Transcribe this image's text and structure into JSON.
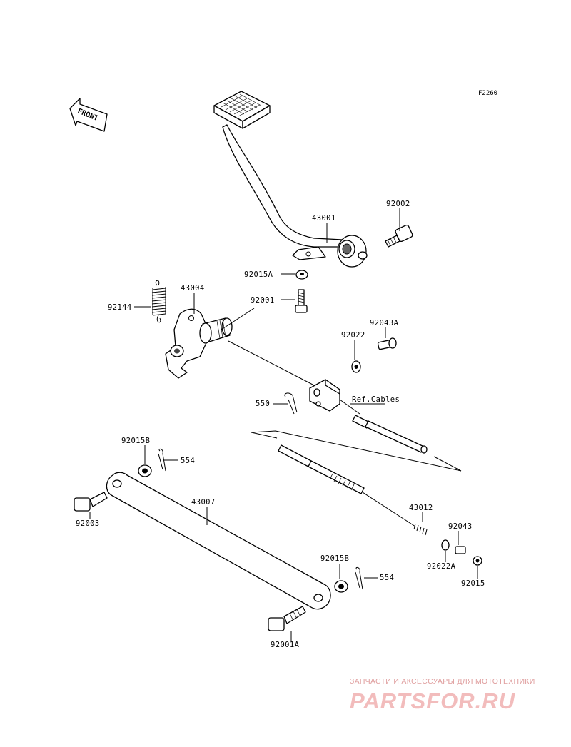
{
  "figure_code": "F2260",
  "front_label": "FRONT",
  "ref_text": "Ref.Cables",
  "parts": [
    {
      "id": "43001"
    },
    {
      "id": "92002"
    },
    {
      "id": "92015A"
    },
    {
      "id": "92001"
    },
    {
      "id": "43004"
    },
    {
      "id": "92144"
    },
    {
      "id": "92043A"
    },
    {
      "id": "92022"
    },
    {
      "id": "550"
    },
    {
      "id": "92015B"
    },
    {
      "id": "554"
    },
    {
      "id": "43007"
    },
    {
      "id": "92003"
    },
    {
      "id": "43012"
    },
    {
      "id": "92043"
    },
    {
      "id": "92022A"
    },
    {
      "id": "92015"
    },
    {
      "id": "92015B"
    },
    {
      "id": "554"
    },
    {
      "id": "92001A"
    }
  ],
  "watermark": {
    "tagline": "ЗАПЧАСТИ И АКСЕССУАРЫ ДЛЯ МОТОТЕХНИКИ",
    "logo": "PARTSFOR.RU",
    "color": "#f2bcbc"
  }
}
